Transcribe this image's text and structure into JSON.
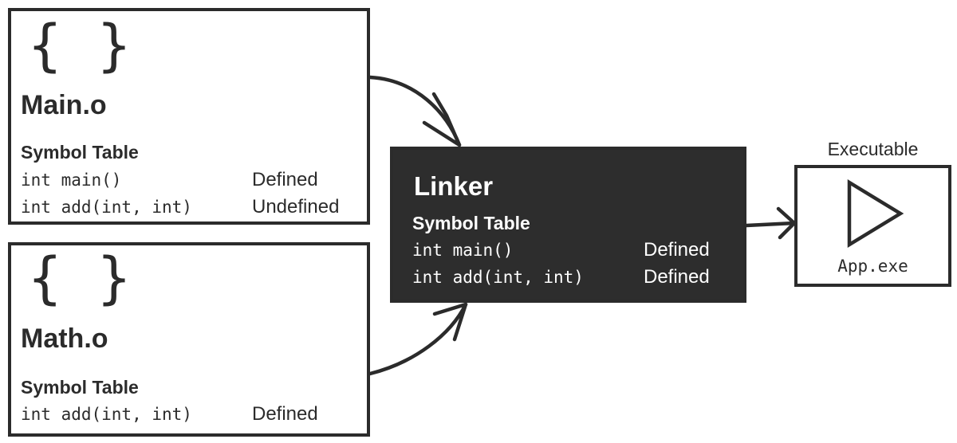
{
  "main_object": {
    "brace": "{ }",
    "title": "Main.o",
    "table_title": "Symbol Table",
    "symbols": [
      {
        "signature": "int main()",
        "status": "Defined"
      },
      {
        "signature": "int add(int, int)",
        "status": "Undefined"
      }
    ]
  },
  "math_object": {
    "brace": "{ }",
    "title": "Math.o",
    "table_title": "Symbol Table",
    "symbols": [
      {
        "signature": "int add(int, int)",
        "status": "Defined"
      }
    ]
  },
  "linker": {
    "title": "Linker",
    "table_title": "Symbol Table",
    "symbols": [
      {
        "signature": "int main()",
        "status": "Defined"
      },
      {
        "signature": "int add(int, int)",
        "status": "Defined"
      }
    ]
  },
  "executable": {
    "label": "Executable",
    "icon": "play-icon",
    "filename": "App.exe"
  },
  "colors": {
    "ink": "#2b2b2b",
    "linker_fill": "#2d2d2d",
    "linker_text": "#ffffff"
  }
}
